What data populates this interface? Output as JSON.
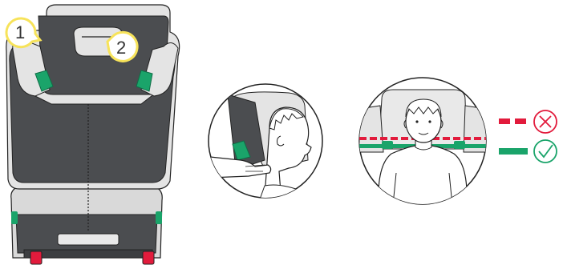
{
  "callouts": [
    {
      "number": "1"
    },
    {
      "number": "2"
    }
  ],
  "colors": {
    "seat_dark": "#4b4d50",
    "seat_shell": "#e3e3e3",
    "accent_green": "#1aa46a",
    "wrong_red": "#e21b3c",
    "callout_yellow": "#f7e35a",
    "outline": "#222222"
  },
  "legend": [
    {
      "status": "wrong",
      "line": "dashed-red",
      "icon": "cross-circle-icon"
    },
    {
      "status": "correct",
      "line": "solid-green",
      "icon": "check-circle-icon"
    }
  ]
}
